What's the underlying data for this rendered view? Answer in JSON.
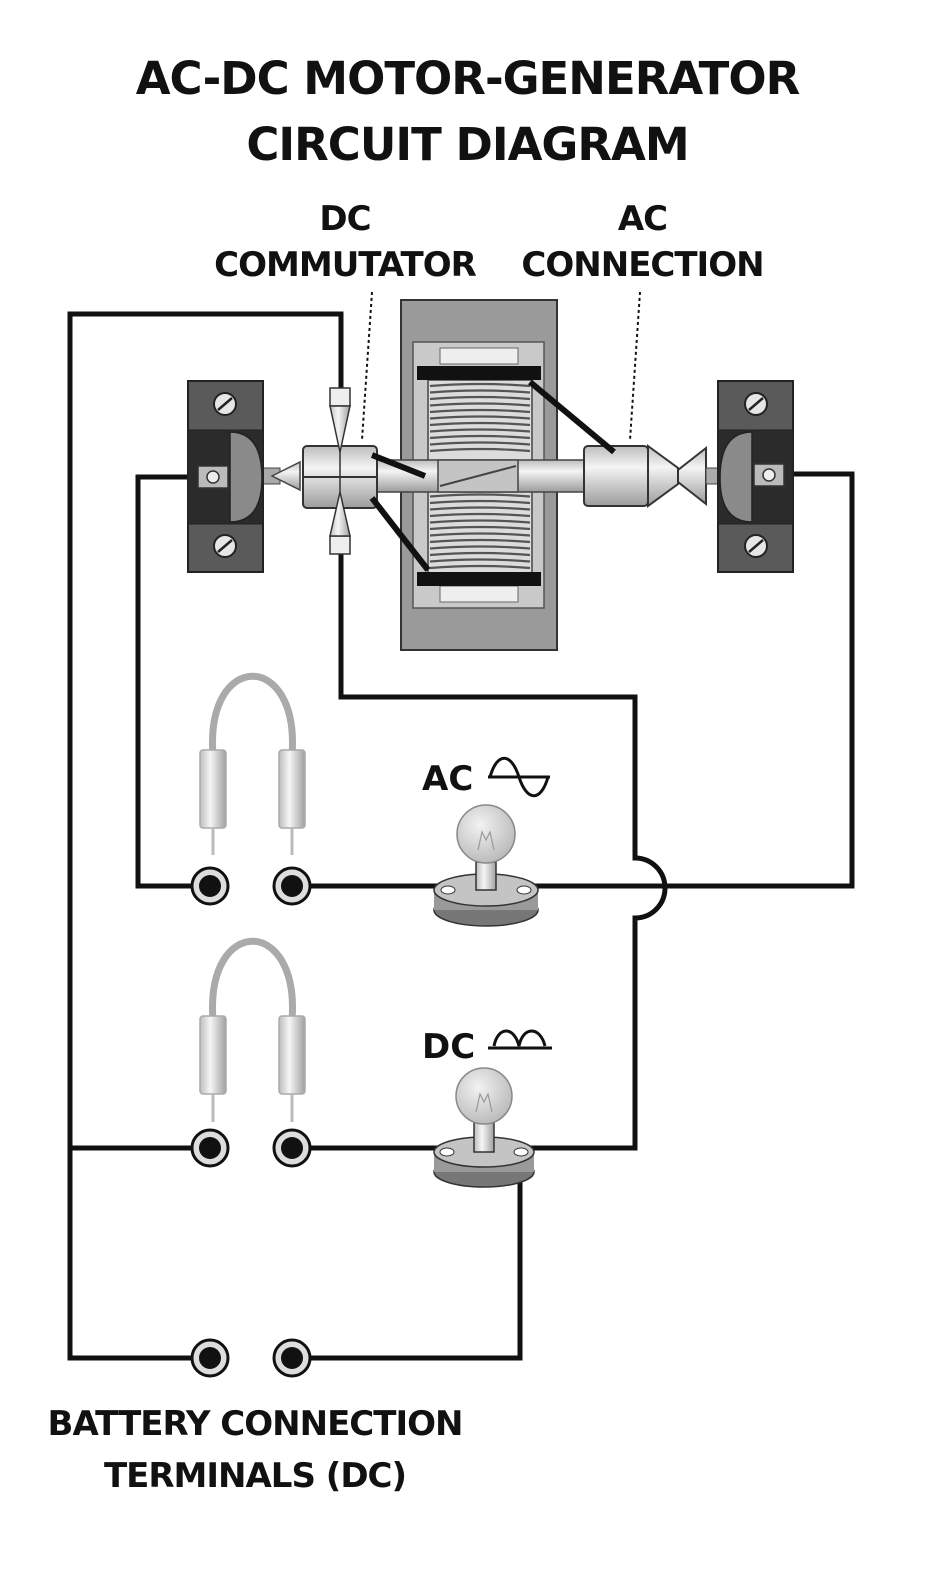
{
  "title": {
    "line1": "AC-DC MOTOR-GENERATOR",
    "line2": "CIRCUIT DIAGRAM"
  },
  "labels": {
    "dc_commutator_1": "DC",
    "dc_commutator_2": "COMMUTATOR",
    "ac_connection_1": "AC",
    "ac_connection_2": "CONNECTION",
    "ac_lamp": "AC",
    "dc_lamp": "DC",
    "battery_1": "BATTERY CONNECTION",
    "battery_2": "TERMINALS (DC)"
  },
  "icons": {
    "ac_symbol": "sine-wave-icon",
    "dc_symbol": "rectified-wave-icon",
    "lamp": "light-bulb-icon",
    "terminal": "binding-post-icon",
    "jumper": "jumper-wire-icon"
  },
  "colors": {
    "wire": "#111111",
    "frame": "#9a9a9a",
    "bracket": "#555555",
    "metal_light": "#e0e0e0",
    "bulb_glass": "#d6d6d6"
  }
}
